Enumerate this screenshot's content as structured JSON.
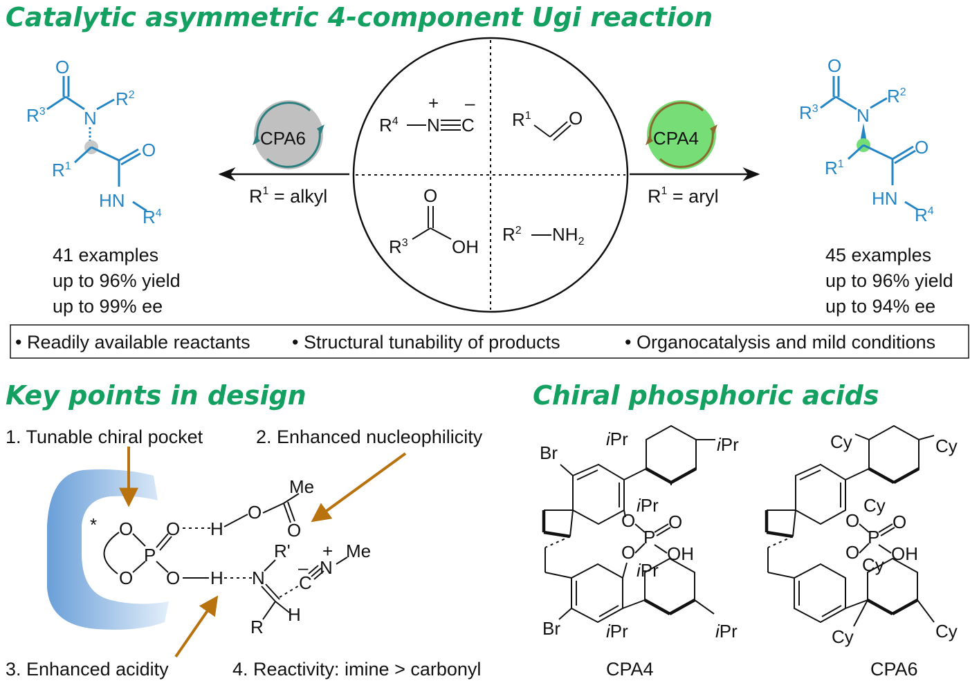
{
  "header": {
    "title": "Catalytic asymmetric 4-component Ugi reaction"
  },
  "left_product": {
    "stats": [
      "41 examples",
      "up to 96% yield",
      "up to 99% ee"
    ]
  },
  "right_product": {
    "stats": [
      "45 examples",
      "up to 96% yield",
      "up to 94% ee"
    ]
  },
  "arrows": {
    "left_catalyst": "CPA6",
    "left_condition": "R1 = alkyl",
    "right_catalyst": "CPA4",
    "right_condition": "R1 = aryl"
  },
  "features": [
    "• Readily available reactants",
    "• Structural tunability of products",
    "• Organocatalysis and mild conditions"
  ],
  "design": {
    "title": "Key points in design",
    "points": [
      "1. Tunable chiral pocket",
      "2. Enhanced nucleophilicity",
      "3. Enhanced acidity",
      "4. Reactivity: imine > carbonyl"
    ]
  },
  "cpa": {
    "title": "Chiral phosphoric acids",
    "labels": [
      "CPA4",
      "CPA6"
    ]
  },
  "colors": {
    "title_green": "#13a061",
    "product_blue": "#2485c4",
    "arrow_orange": "#b8720e",
    "cpa6_gray": "#c0c0c0",
    "cpa4_green": "#77dd77"
  }
}
